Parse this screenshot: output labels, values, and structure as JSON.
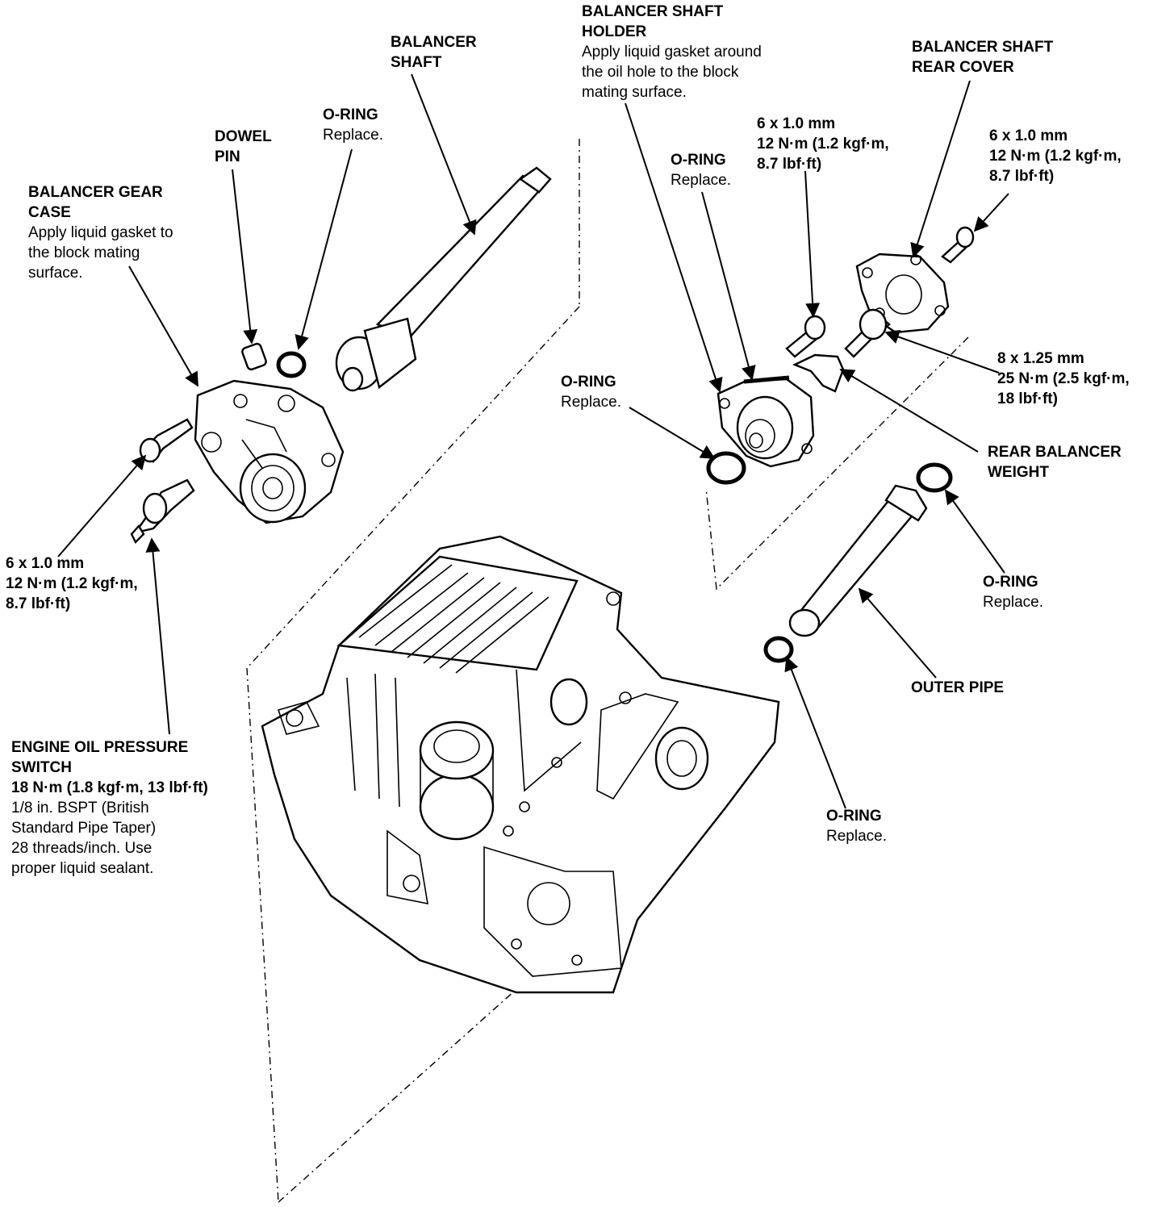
{
  "labels": {
    "balancer_shaft": {
      "title": [
        "BALANCER",
        "SHAFT"
      ],
      "note": []
    },
    "o_ring_top": {
      "title": [
        "O-RING"
      ],
      "note": [
        "Replace."
      ]
    },
    "dowel_pin": {
      "title": [
        "DOWEL",
        "PIN"
      ],
      "note": []
    },
    "balancer_gear_case": {
      "title": [
        "BALANCER GEAR",
        "CASE"
      ],
      "note": [
        "Apply liquid gasket to",
        "the block mating",
        "surface."
      ]
    },
    "bolt_left": {
      "title": [
        "6 x 1.0 mm",
        "12 N·m (1.2 kgf·m,",
        "8.7 lbf·ft)"
      ],
      "note": []
    },
    "oil_pressure_switch": {
      "title": [
        "ENGINE OIL PRESSURE",
        "SWITCH",
        "18 N·m (1.8 kgf·m, 13 lbf·ft)"
      ],
      "note": [
        "1/8 in. BSPT (British",
        "Standard Pipe Taper)",
        "28 threads/inch. Use",
        "proper liquid sealant."
      ]
    },
    "balancer_shaft_holder": {
      "title": [
        "BALANCER SHAFT",
        "HOLDER"
      ],
      "note": [
        "Apply liquid gasket around",
        "the oil hole to the block",
        "mating surface."
      ]
    },
    "o_ring_holder": {
      "title": [
        "O-RING"
      ],
      "note": [
        "Replace."
      ]
    },
    "bolt_holder": {
      "title": [
        "6 x 1.0 mm",
        "12 N·m (1.2 kgf·m,",
        "8.7 lbf·ft)"
      ],
      "note": []
    },
    "rear_cover": {
      "title": [
        "BALANCER SHAFT",
        "REAR COVER"
      ],
      "note": []
    },
    "bolt_rear_cover": {
      "title": [
        "6 x 1.0 mm",
        "12 N·m (1.2 kgf·m,",
        "8.7 lbf·ft)"
      ],
      "note": []
    },
    "bolt_large": {
      "title": [
        "8 x 1.25 mm",
        "25 N·m (2.5 kgf·m,",
        "18 lbf·ft)"
      ],
      "note": []
    },
    "rear_balancer_weight": {
      "title": [
        "REAR BALANCER",
        "WEIGHT"
      ],
      "note": []
    },
    "o_ring_mid": {
      "title": [
        "O-RING"
      ],
      "note": [
        "Replace."
      ]
    },
    "o_ring_right": {
      "title": [
        "O-RING"
      ],
      "note": [
        "Replace."
      ]
    },
    "outer_pipe": {
      "title": [
        "OUTER PIPE"
      ],
      "note": []
    },
    "o_ring_bottom": {
      "title": [
        "O-RING"
      ],
      "note": [
        "Replace."
      ]
    }
  }
}
